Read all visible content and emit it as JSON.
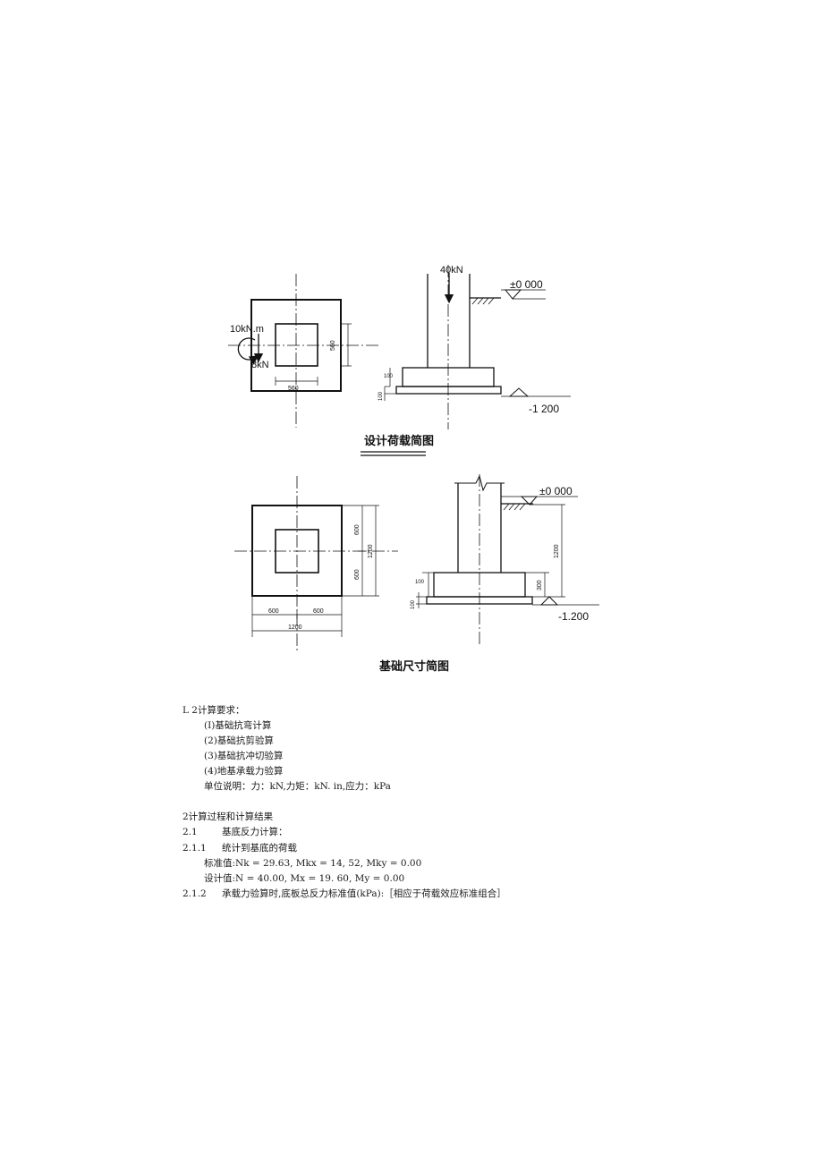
{
  "drawing1": {
    "caption": "设计荷载简图",
    "plan": {
      "moment_label": "10kN.m",
      "shear_label": "8kN",
      "dim_bottom": "560",
      "dim_right": "560"
    },
    "section": {
      "axial_label": "40kN",
      "top_elev": "±0 000",
      "bottom_elev": "-1 200",
      "dim_step": "100",
      "dim_pad": "100"
    }
  },
  "drawing2": {
    "caption": "基础尺寸简图",
    "plan": {
      "dim_left_half": "600",
      "dim_right_half": "600",
      "dim_total_width": "1200",
      "dim_upper_half": "600",
      "dim_lower_half": "600",
      "dim_total_height": "1200"
    },
    "section": {
      "top_elev": "±0 000",
      "bottom_elev": "-1.200",
      "dim_depth": "1200",
      "dim_base": "300",
      "dim_step": "100",
      "dim_pad": "100"
    }
  },
  "requirements": {
    "heading": "L 2计算要求：",
    "items": [
      "(I)基础抗弯计算",
      "(2)基础抗剪验算",
      "(3)基础抗冲切验算",
      "(4)地基承载力验算"
    ],
    "units": "单位说明：力：kN,力矩：kN. in,应力：kPa"
  },
  "process": {
    "heading": "2计算过程和计算结果",
    "s21_num": "2.1",
    "s21_title": "基底反力计算：",
    "s211_num": "2.1.1",
    "s211_title": "统计到基底的荷载",
    "standard": "标准值:Nk = 29.63, Mkx = 14, 52, Mky = 0.00",
    "design": "设计值:N = 40.00, Mx = 19. 60, My = 0.00",
    "s212_num": "2.1.2",
    "s212_title": "承载力验算时,底板总反力标准值(kPa):［相应于荷载效应标准组合］"
  }
}
